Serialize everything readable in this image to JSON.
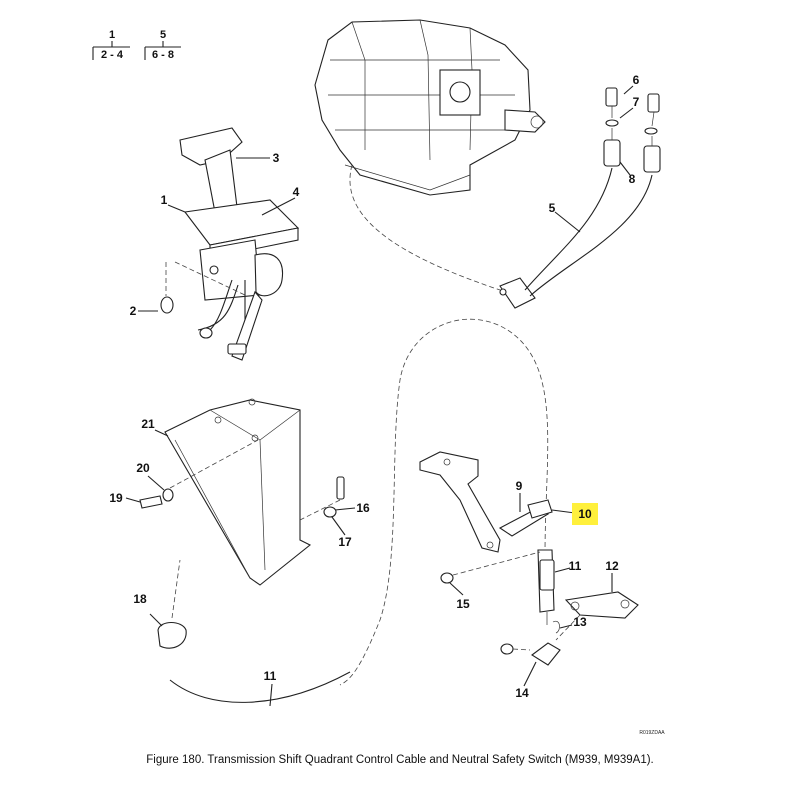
{
  "legend": {
    "columns": [
      {
        "top": "1",
        "bottom": "2 - 4"
      },
      {
        "top": "5",
        "bottom": "6 - 8"
      }
    ]
  },
  "callouts": [
    "1",
    "2",
    "3",
    "4",
    "5",
    "6",
    "7",
    "8",
    "9",
    "10",
    "11",
    "12",
    "13",
    "14",
    "15",
    "16",
    "17",
    "18",
    "19",
    "20",
    "21",
    "11"
  ],
  "highlighted_callout": "10",
  "highlight_color": "#FFF03C",
  "drawing_code": "R019ZDAA",
  "caption": "Figure 180.   Transmission Shift Quadrant Control Cable and Neutral Safety Switch (M939, M939A1)."
}
